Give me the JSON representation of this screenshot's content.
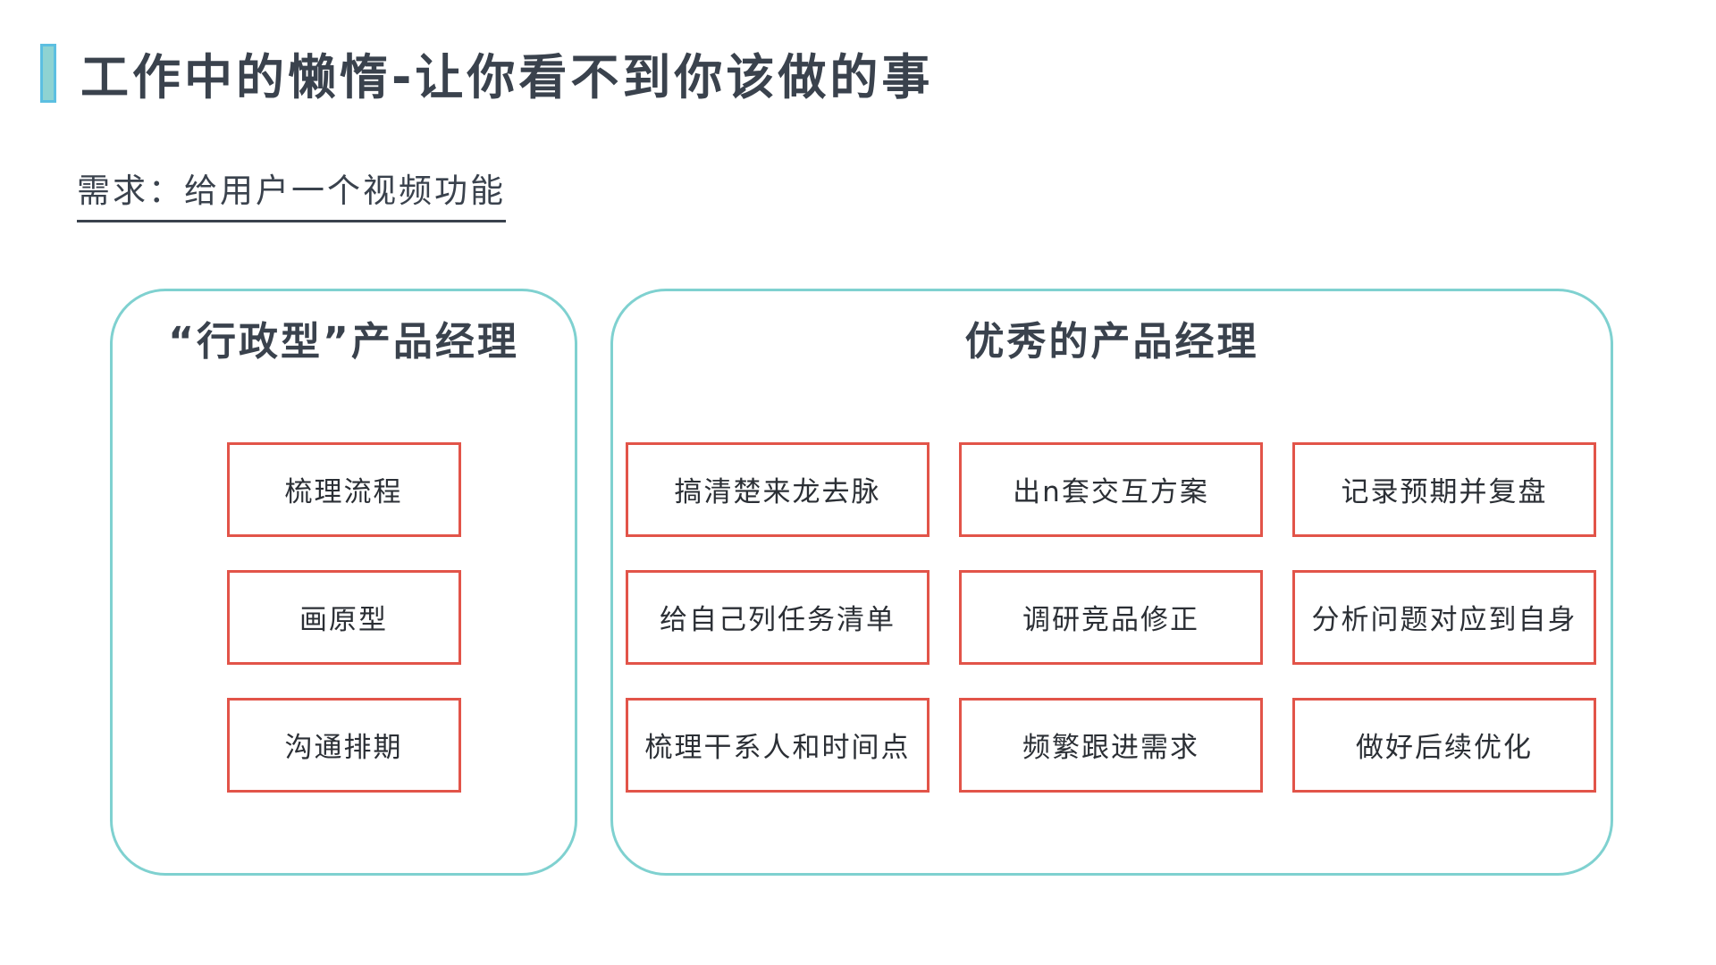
{
  "page": {
    "title": "工作中的懒惰-让你看不到你该做的事",
    "subtitle": "需求：给用户一个视频功能"
  },
  "left_panel": {
    "title": "“行政型”产品经理",
    "items": [
      "梳理流程",
      "画原型",
      "沟通排期"
    ]
  },
  "right_panel": {
    "title": "优秀的产品经理",
    "items": [
      "搞清楚来龙去脉",
      "出n套交互方案",
      "记录预期并复盘",
      "给自己列任务清单",
      "调研竞品修正",
      "分析问题对应到自身",
      "梳理干系人和时间点",
      "频繁跟进需求",
      "做好后续优化"
    ]
  },
  "colors": {
    "accent_bar_fill": "#8ed3d2",
    "accent_bar_border": "#5cbfe1",
    "panel_border": "#7fd1d0",
    "task_box_border": "#e25449",
    "text": "#3a424d"
  }
}
